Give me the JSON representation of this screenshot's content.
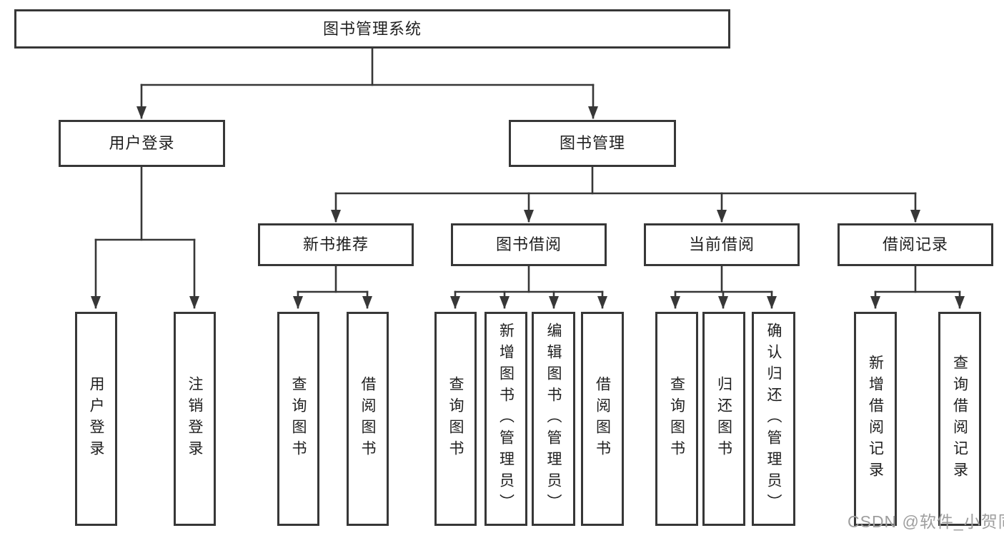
{
  "chart": {
    "title": "图书管理系统",
    "branches": [
      {
        "label": "用户登录",
        "children": [
          {
            "label": "用户登录"
          },
          {
            "label": "注销登录"
          }
        ]
      },
      {
        "label": "图书管理",
        "children": [
          {
            "label": "新书推荐",
            "children": [
              {
                "label": "查询图书"
              },
              {
                "label": "借阅图书"
              }
            ]
          },
          {
            "label": "图书借阅",
            "children": [
              {
                "label": "查询图书"
              },
              {
                "label": "新增图书（管理员）"
              },
              {
                "label": "编辑图书（管理员）"
              },
              {
                "label": "借阅图书"
              }
            ]
          },
          {
            "label": "当前借阅",
            "children": [
              {
                "label": "查询图书"
              },
              {
                "label": "归还图书"
              },
              {
                "label": "确认归还（管理员）"
              }
            ]
          },
          {
            "label": "借阅记录",
            "children": [
              {
                "label": "新增借阅记录"
              },
              {
                "label": "查询借阅记录"
              }
            ]
          }
        ]
      }
    ]
  },
  "watermark": "CSDN @软件_小贺同学",
  "colors": {
    "line": "#373737",
    "text": "#1f1f1f",
    "watermark": "#9e9e9e",
    "background": "#ffffff"
  }
}
